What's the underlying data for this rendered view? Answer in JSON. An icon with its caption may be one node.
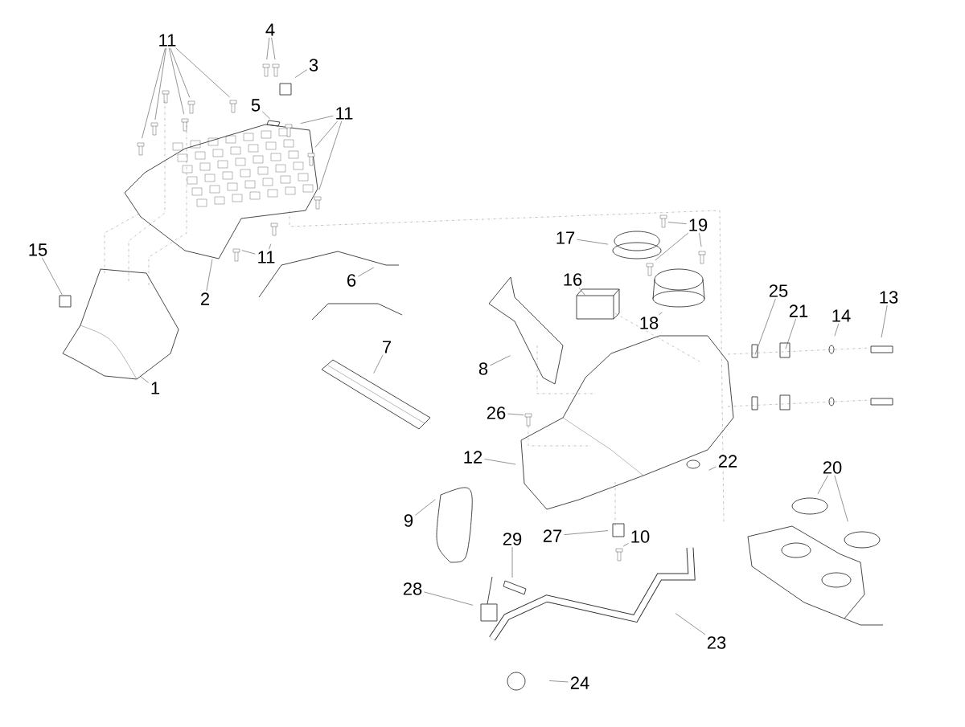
{
  "diagram": {
    "nodes": [
      {
        "text": [
          "4"
        ]
      },
      {
        "text": [
          "11"
        ]
      },
      {
        "text": [
          "3"
        ]
      },
      {
        "text": [
          "5"
        ]
      },
      {
        "text": [
          "11"
        ]
      },
      {
        "text": [
          "17"
        ]
      },
      {
        "text": [
          "19"
        ]
      },
      {
        "text": [
          "15"
        ]
      },
      {
        "text": [
          "11"
        ]
      },
      {
        "text": [
          "6"
        ]
      },
      {
        "text": [
          "16"
        ]
      },
      {
        "text": [
          "2"
        ]
      },
      {
        "text": [
          "13"
        ]
      },
      {
        "text": [
          "25"
        ]
      },
      {
        "text": [
          "21"
        ]
      },
      {
        "text": [
          "14"
        ]
      },
      {
        "text": [
          "18"
        ]
      },
      {
        "text": [
          "7"
        ]
      },
      {
        "text": [
          "8"
        ]
      },
      {
        "text": [
          "1"
        ]
      },
      {
        "text": [
          "26"
        ]
      },
      {
        "text": [
          "12"
        ]
      },
      {
        "text": [
          "22"
        ]
      },
      {
        "text": [
          "20"
        ]
      },
      {
        "text": [
          "9"
        ]
      },
      {
        "text": [
          "27"
        ]
      },
      {
        "text": [
          "10"
        ]
      },
      {
        "text": [
          "29"
        ]
      },
      {
        "text": [
          "28"
        ]
      },
      {
        "text": [
          "23"
        ]
      },
      {
        "text": [
          "24"
        ]
      }
    ],
    "edges": [
      {
        "from": 0,
        "to": null,
        "arrow": "none"
      },
      {
        "from": 0,
        "to": null,
        "arrow": "none"
      },
      {
        "from": 1,
        "to": null,
        "arrow": "none"
      },
      {
        "from": 1,
        "to": null,
        "arrow": "none"
      },
      {
        "from": 1,
        "to": null,
        "arrow": "none"
      },
      {
        "from": 1,
        "to": null,
        "arrow": "none"
      },
      {
        "from": 1,
        "to": null,
        "arrow": "none"
      },
      {
        "from": 2,
        "to": null,
        "arrow": "none"
      },
      {
        "from": 3,
        "to": null,
        "arrow": "none"
      },
      {
        "from": 4,
        "to": null,
        "arrow": "none"
      },
      {
        "from": 4,
        "to": null,
        "arrow": "none"
      },
      {
        "from": 4,
        "to": null,
        "arrow": "none"
      },
      {
        "from": 5,
        "to": null,
        "arrow": "none"
      },
      {
        "from": 6,
        "to": null,
        "arrow": "none"
      },
      {
        "from": 6,
        "to": null,
        "arrow": "none"
      },
      {
        "from": 6,
        "to": null,
        "arrow": "none"
      },
      {
        "from": 7,
        "to": null,
        "arrow": "none"
      },
      {
        "from": 8,
        "to": null,
        "arrow": "none"
      },
      {
        "from": 8,
        "to": null,
        "arrow": "none"
      },
      {
        "from": 9,
        "to": null,
        "arrow": "none"
      },
      {
        "from": 10,
        "to": null,
        "arrow": "none"
      },
      {
        "from": 11,
        "to": null,
        "arrow": "none"
      },
      {
        "from": 12,
        "to": null,
        "arrow": "none"
      },
      {
        "from": 13,
        "to": null,
        "arrow": "none"
      },
      {
        "from": 14,
        "to": null,
        "arrow": "none"
      },
      {
        "from": 15,
        "to": null,
        "arrow": "none"
      },
      {
        "from": 16,
        "to": null,
        "arrow": "none"
      },
      {
        "from": 17,
        "to": null,
        "arrow": "none"
      },
      {
        "from": 18,
        "to": null,
        "arrow": "none"
      },
      {
        "from": 19,
        "to": null,
        "arrow": "none"
      },
      {
        "from": 20,
        "to": null,
        "arrow": "none"
      },
      {
        "from": 21,
        "to": null,
        "arrow": "none"
      },
      {
        "from": 22,
        "to": null,
        "arrow": "none"
      },
      {
        "from": 23,
        "to": null,
        "arrow": "none"
      },
      {
        "from": 23,
        "to": null,
        "arrow": "none"
      },
      {
        "from": 24,
        "to": null,
        "arrow": "none"
      },
      {
        "from": 25,
        "to": null,
        "arrow": "none"
      },
      {
        "from": 26,
        "to": null,
        "arrow": "none"
      },
      {
        "from": 27,
        "to": null,
        "arrow": "none"
      },
      {
        "from": 28,
        "to": null,
        "arrow": "none"
      },
      {
        "from": 29,
        "to": null,
        "arrow": "none"
      },
      {
        "from": 30,
        "to": null,
        "arrow": "none"
      }
    ]
  }
}
